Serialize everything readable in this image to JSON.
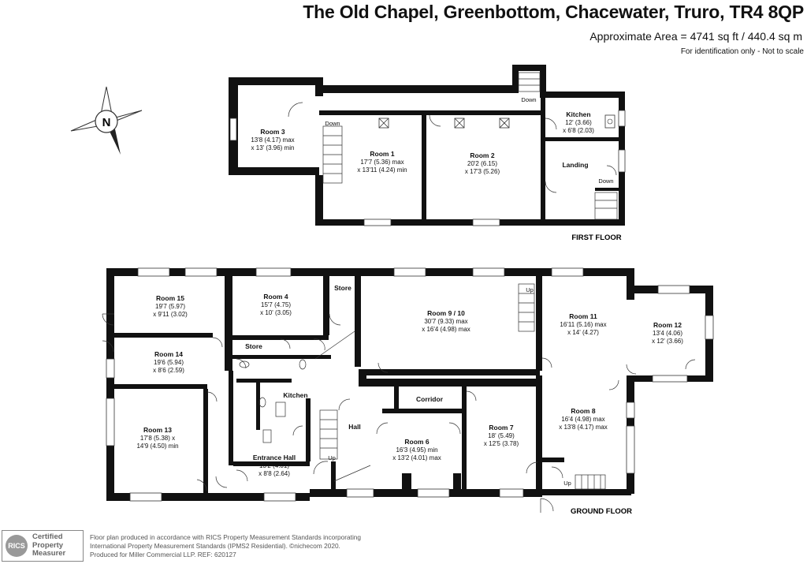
{
  "header": {
    "title": "The Old Chapel, Greenbottom, Chacewater, Truro, TR4 8QP",
    "area": "Approximate Area = 4741 sq ft / 440.4 sq m",
    "note": "For identification only - Not to scale"
  },
  "compass": {
    "label": "N"
  },
  "floors": {
    "first": "FIRST FLOOR",
    "ground": "GROUND FLOOR"
  },
  "first_floor_rooms": [
    {
      "name": "Room 3",
      "dims": [
        "13'8 (4.17) max",
        "x 13' (3.96) min"
      ]
    },
    {
      "name": "Room 1",
      "dims": [
        "17'7 (5.36) max",
        "x 13'11 (4.24) min"
      ]
    },
    {
      "name": "Room 2",
      "dims": [
        "20'2 (6.15)",
        "x 17'3 (5.26)"
      ]
    },
    {
      "name": "Kitchen",
      "dims": [
        "12' (3.66)",
        "x 6'8 (2.03)"
      ]
    },
    {
      "name": "Landing",
      "dims": []
    }
  ],
  "ground_floor_rooms": [
    {
      "name": "Room 15",
      "dims": [
        "19'7 (5.97)",
        "x 9'11 (3.02)"
      ]
    },
    {
      "name": "Room 4",
      "dims": [
        "15'7 (4.75)",
        "x 10' (3.05)"
      ]
    },
    {
      "name": "Room 9 / 10",
      "dims": [
        "30'7 (9.33) max",
        "x 16'4 (4.98) max"
      ]
    },
    {
      "name": "Room 11",
      "dims": [
        "16'11 (5.16) max",
        "x 14' (4.27)"
      ]
    },
    {
      "name": "Room 12",
      "dims": [
        "13'4 (4.06)",
        "x 12' (3.66)"
      ]
    },
    {
      "name": "Room 14",
      "dims": [
        "19'6 (5.94)",
        "x 8'6 (2.59)"
      ]
    },
    {
      "name": "Room 13",
      "dims": [
        "17'8 (5.38) x",
        "14'9 (4.50) min"
      ]
    },
    {
      "name": "Entrance Hall",
      "dims": [
        "13'2 (4.01)",
        "x 8'8 (2.64)"
      ]
    },
    {
      "name": "Room 6",
      "dims": [
        "16'3 (4.95) min",
        "x 13'2 (4.01) max"
      ]
    },
    {
      "name": "Room 7",
      "dims": [
        "18' (5.49)",
        "x 12'5 (3.78)"
      ]
    },
    {
      "name": "Room 8",
      "dims": [
        "16'4 (4.98) max",
        "x 13'8 (4.17) max"
      ]
    }
  ],
  "labels": {
    "store1": "Store",
    "store2": "Store",
    "kitchen_g": "Kitchen",
    "corridor": "Corridor",
    "hall": "Hall",
    "down1": "Down",
    "down2": "Down",
    "down3": "Down",
    "up1": "Up",
    "up2": "Up",
    "up3": "Up"
  },
  "footer": {
    "line1": "Floor plan produced in accordance with RICS Property Measurement Standards incorporating",
    "line2": "International Property Measurement Standards (IPMS2 Residential).  ©nichecom 2020.",
    "line3": "Produced for Miller Commercial LLP.   REF: 620127"
  },
  "badge": {
    "logo": "RICS",
    "line1": "Certified",
    "line2": "Property",
    "line3": "Measurer"
  }
}
